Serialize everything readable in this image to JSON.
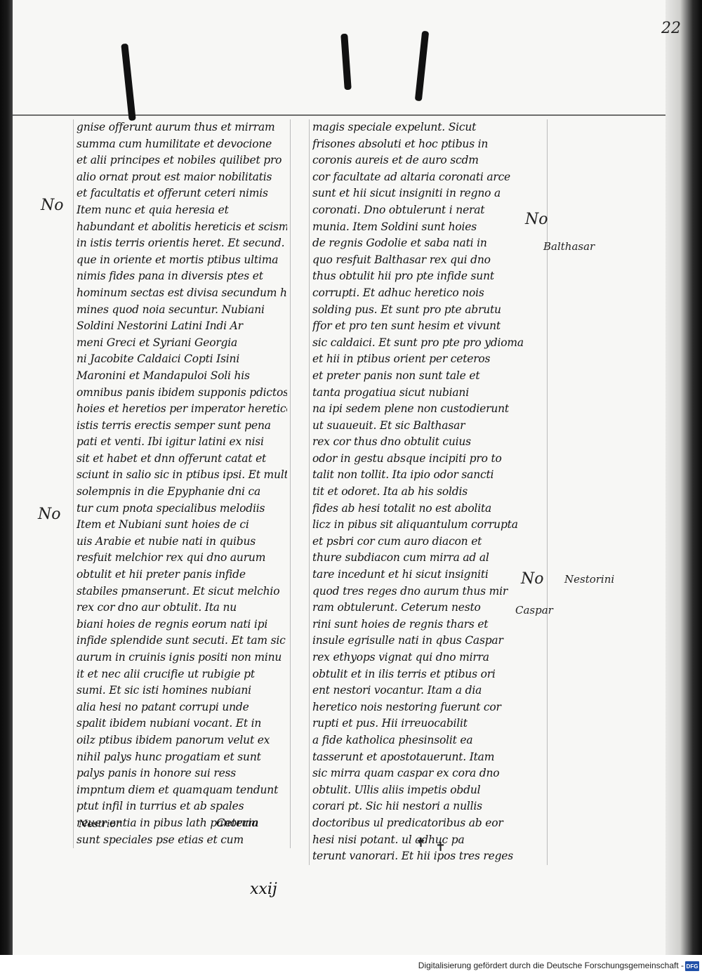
{
  "folio": "22",
  "left_column": [
    "gnise offerunt aurum thus et mirram",
    "summa cum humilitate et devocione",
    "et alii principes et nobiles quilibet pro",
    "alio ornat prout est maior nobilitatis",
    "et facultatis et offerunt ceteri nimis",
    "Item nunc et quia heresia et",
    "habundant et abolitis hereticis et scismaticis",
    "in istis terris orientis heret. Et secund.",
    "que in oriente et mortis ptibus ultima",
    "nimis fides pana in diversis ptes et",
    "hominum sectas est divisa secundum hos ho",
    "mines quod noia secuntur. Nubiani",
    "Soldini Nestorini Latini Indi Ar",
    "meni Greci et Syriani Georgia",
    "ni Jacobite Caldaici Copti Isini",
    "Maronini et Mandapuloi Soli his",
    "omnibus panis ibidem supponis pdictos",
    "hoies et heretios per imperator hereticos",
    "istis terris erectis semper sunt pena",
    "pati et venti. Ibi igitur latini ex nisi",
    "sit et habet et dnn offerunt catat et",
    "sciunt in salio sic in ptibus ipsi. Et multo",
    "solempnis in die Epyphanie dni ca",
    "tur cum pnota specialibus melodiis",
    "Item et Nubiani sunt hoies de ci",
    "uis Arabie et nubie nati in quibus",
    "resfuit melchior rex qui dno aurum",
    "obtulit et hii preter panis infide",
    "stabiles pmanserunt. Et sicut melchio",
    "rex cor dno aur obtulit. Ita nu",
    "biani hoies de regnis eorum nati ipi",
    "infide splendide sunt secuti. Et tam sic",
    "aurum in cruinis ignis positi non minu",
    "it et nec alii crucifie ut rubigie pt",
    "sumi. Et sic isti homines nubiani",
    "alia hesi no patant corrupi unde",
    "spalit ibidem nubiani vocant. Et in",
    "oilz ptibus ibidem panorum velut ex",
    "nihil palys hunc progatiam et sunt",
    "palys panis in honore sui ress",
    "impntum diem et quamquam tendunt",
    "ptut infil in turrius et ab spales",
    "reuer entia in pibus lath panorum",
    "sunt speciales pse etias et cum"
  ],
  "right_column": [
    "magis speciale expelunt. Sicut",
    "frisones absoluti et hoc ptibus in",
    "coronis aureis et de auro scdm",
    "cor facultate ad altaria coronati arce",
    "sunt et hii sicut insigniti in regno a",
    "coronati. Dno obtulerunt i nerat",
    "munia. Item Soldini sunt hoies",
    "de regnis Godolie et saba nati in",
    "quo resfuit Balthasar rex qui dno",
    "thus obtulit hii pro pte infide sunt",
    "corrupti. Et adhuc heretico nois",
    "solding pus. Et sunt pro pte abrutu",
    "ffor et pro ten sunt hesim et vivunt",
    "sic caldaici. Et sunt pro pte pro ydioma",
    "et hii in ptibus orient per ceteros",
    "et preter panis non sunt tale et",
    "tanta progatiua sicut nubiani",
    "na ipi sedem plene non custodierunt",
    "ut suaueuit. Et sic Balthasar",
    "rex cor thus dno obtulit cuius",
    "odor in gestu absque incipiti pro to",
    "talit non tollit. Ita ipio odor sancti",
    "tit et odoret. Ita ab his soldis",
    "fides ab hesi totalit no est abolita",
    "licz in pibus sit aliquantulum corrupta",
    "et psbri cor cum auro diacon et",
    "thure subdiacon cum mirra ad al",
    "tare incedunt et hi sicut insigniti",
    "quod tres reges dno aurum thus mir",
    "ram obtulerunt. Ceterum nesto",
    "rini sunt hoies de regnis thars et",
    "insule egrisulle nati in qbus Caspar",
    "rex ethyops vignat qui dno mirra",
    "obtulit et in ilis terris et ptibus ori",
    "ent nestori vocantur. Itam a dia",
    "heretico nois nestoring fuerunt cor",
    "rupti et pus. Hii irreuocabilit",
    "a fide katholica phesinsolit ea",
    "tasserunt et apostotauerunt. Itam",
    "sic mirra quam caspar ex cora dno",
    "obtulit. Ullis aliis impetis obdul",
    "corari pt. Sic hii nestori a nullis",
    "doctoribus ul predicatoribus ab eor",
    "hesi nisi potant. ul adhuc pa",
    "terunt vanorari. Et hii ipos tres reges"
  ],
  "margin_notes": {
    "no_mark": "No",
    "balthasar": "Balthasar",
    "nestorini": "Nestorini",
    "caspar": "Caspar"
  },
  "catchwords": {
    "left": "Nestrior",
    "right": "Ceteria"
  },
  "quire_signature": "xxij",
  "footer": {
    "text": "Digitalisierung gefördert durch die Deutsche Forschungsgemeinschaft -",
    "logo": "DFG"
  }
}
